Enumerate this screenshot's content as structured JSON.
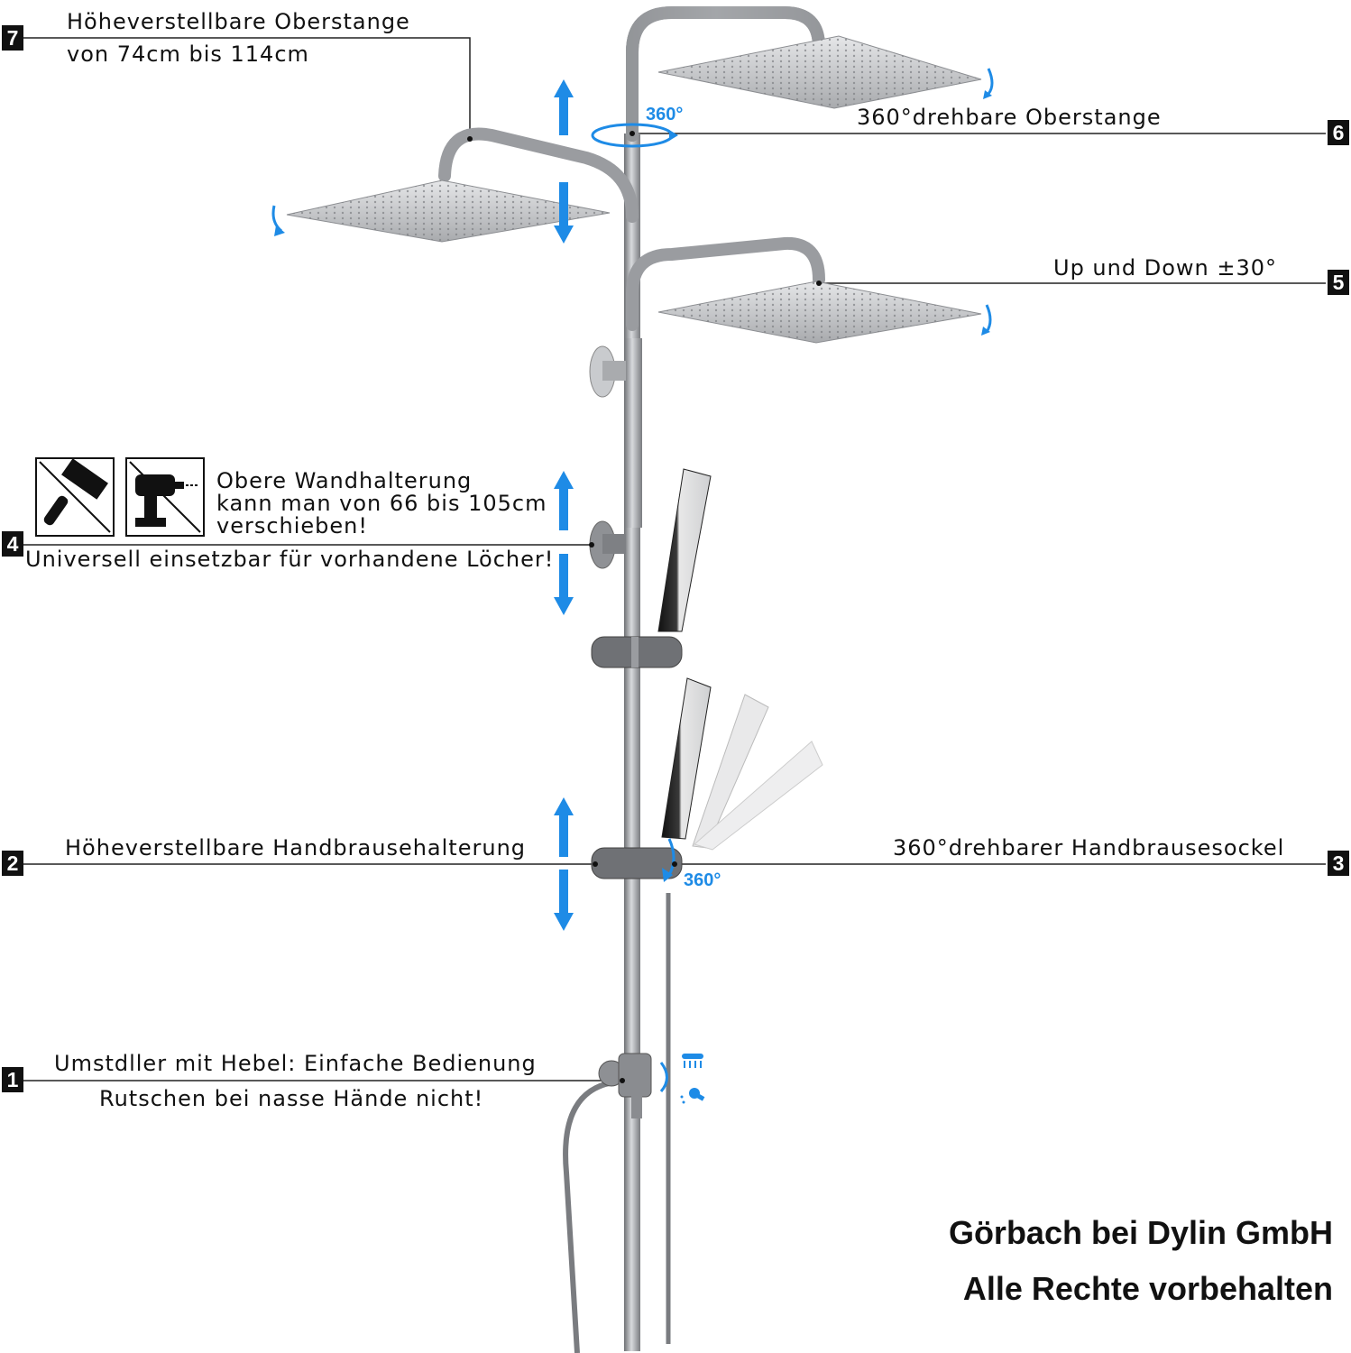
{
  "callouts": [
    {
      "number": "7",
      "lines": [
        "Höheverstellbare Oberstange",
        "von 74cm bis 114cm"
      ]
    },
    {
      "number": "6",
      "lines": [
        "360°drehbare Oberstange"
      ]
    },
    {
      "number": "5",
      "lines": [
        "Up und Down ±30°"
      ]
    },
    {
      "number": "4",
      "lines": [
        "Obere Wandhalterung",
        "kann man von 66 bis 105cm",
        "verschieben!",
        "Universell einsetzbar für vorhandene Löcher!"
      ]
    },
    {
      "number": "3",
      "lines": [
        "360°drehbarer Handbrausesockel"
      ]
    },
    {
      "number": "2",
      "lines": [
        "Höheverstellbare Handbrausehalterung"
      ]
    },
    {
      "number": "1",
      "lines": [
        "Umstdller mit Hebel: Einfache Bedienung",
        "Rutschen bei nasse Hände nicht!"
      ]
    }
  ],
  "rotation_labels": {
    "top": "360°",
    "handshower": "360°"
  },
  "brand": {
    "line1": "Görbach bei Dylin GmbH",
    "line2": "Alle Rechte vorbehalten"
  },
  "icons": [
    "no-hammer-icon",
    "no-drill-icon"
  ],
  "colors": {
    "accent_blue": "#1e8be6",
    "steel": "#9a9ca0",
    "label_box": "#111111"
  }
}
